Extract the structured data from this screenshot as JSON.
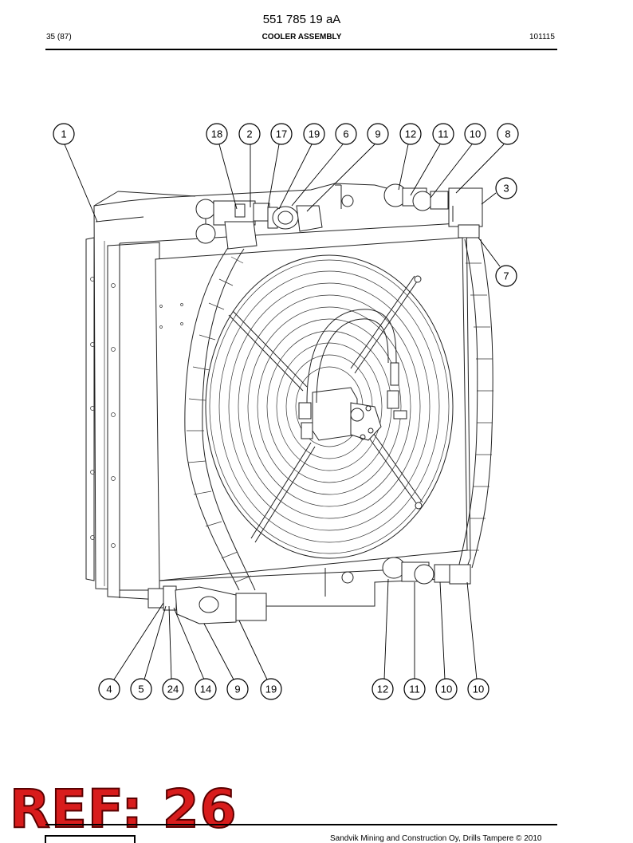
{
  "header": {
    "doc_number": "551 785 19 aA",
    "page_ref": "35 (87)",
    "title": "COOLER ASSEMBLY",
    "date_code": "101115"
  },
  "callouts_top": [
    "1",
    "18",
    "2",
    "17",
    "19",
    "6",
    "9",
    "12",
    "11",
    "10",
    "8"
  ],
  "callouts_right": [
    "3",
    "7"
  ],
  "callouts_bottom": [
    "4",
    "5",
    "24",
    "14",
    "9",
    "19",
    "12",
    "11",
    "10",
    "10"
  ],
  "stamp": {
    "text": "REF: 26"
  },
  "footer": {
    "copyright": "Sandvik Mining and Construction Oy, Drills Tampere © 2010"
  }
}
